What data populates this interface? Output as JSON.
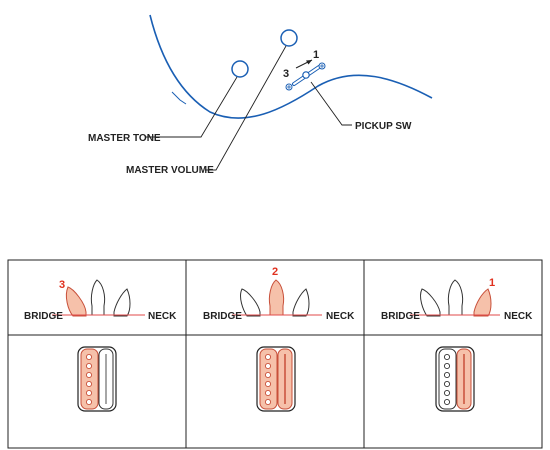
{
  "labels": {
    "master_tone": "MASTER TONE",
    "master_volume": "MASTER VOLUME",
    "pickup_sw": "PICKUP SW",
    "switch_pos_1": "1",
    "switch_pos_3": "3"
  },
  "positions": [
    {
      "number": "3",
      "bridge_label": "BRIDGE",
      "neck_label": "NECK",
      "active_tip": "left",
      "active_coil": "bridge-side"
    },
    {
      "number": "2",
      "bridge_label": "BRIDGE",
      "neck_label": "NECK",
      "active_tip": "middle",
      "active_coil": "both"
    },
    {
      "number": "1",
      "bridge_label": "BRIDGE",
      "neck_label": "NECK",
      "active_tip": "right",
      "active_coil": "neck-side"
    }
  ],
  "colors": {
    "body_line": "#1a5fb4",
    "active_fill": "#f6c1aa",
    "active_stroke": "#c8503a",
    "position_number": "#e0301e",
    "string_line": "#e04a4a"
  }
}
